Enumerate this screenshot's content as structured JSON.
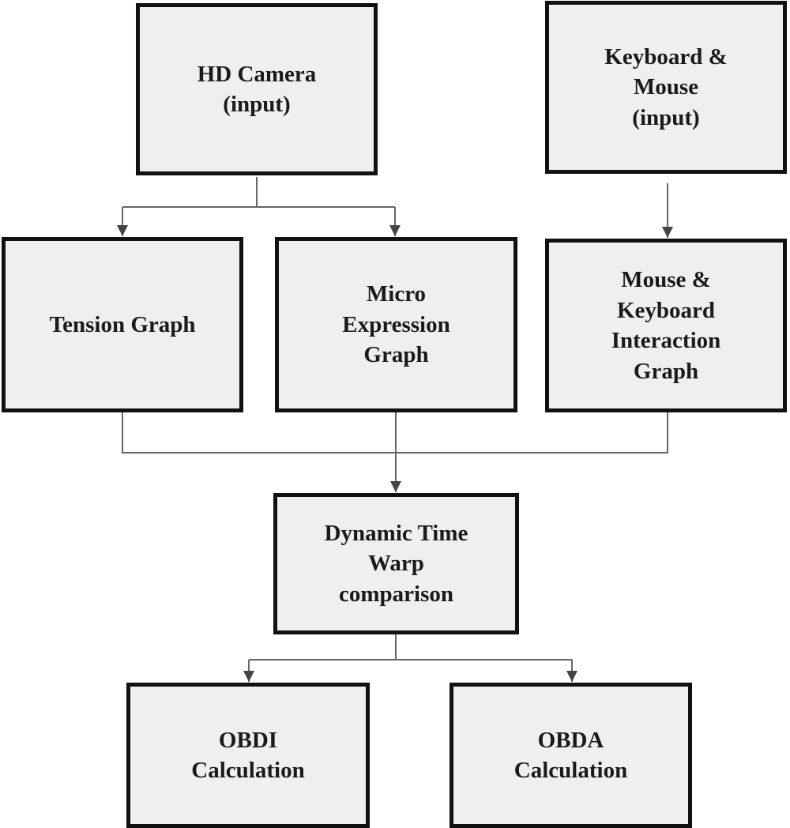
{
  "diagram": {
    "colors": {
      "box_fill": "#efefef",
      "box_border": "#111111",
      "connector": "#555555",
      "text": "#1a1a1a"
    },
    "nodes": {
      "hd_camera": {
        "label": "HD Camera\n(input)"
      },
      "keyboard_mouse": {
        "label": "Keyboard &\nMouse\n(input)"
      },
      "tension_graph": {
        "label": "Tension Graph"
      },
      "micro_expression_graph": {
        "label": "Micro\nExpression\nGraph"
      },
      "mouse_keyboard_interaction_graph": {
        "label": "Mouse &\nKeyboard\nInteraction\nGraph"
      },
      "dynamic_time_warp": {
        "label": "Dynamic Time\nWarp\ncomparison"
      },
      "obdi_calculation": {
        "label": "OBDI\nCalculation"
      },
      "obda_calculation": {
        "label": "OBDA\nCalculation"
      }
    },
    "edges": [
      {
        "from": "hd_camera",
        "to": "tension_graph"
      },
      {
        "from": "hd_camera",
        "to": "micro_expression_graph"
      },
      {
        "from": "keyboard_mouse",
        "to": "mouse_keyboard_interaction_graph"
      },
      {
        "from": "tension_graph",
        "to": "dynamic_time_warp"
      },
      {
        "from": "micro_expression_graph",
        "to": "dynamic_time_warp"
      },
      {
        "from": "mouse_keyboard_interaction_graph",
        "to": "dynamic_time_warp"
      },
      {
        "from": "dynamic_time_warp",
        "to": "obdi_calculation"
      },
      {
        "from": "dynamic_time_warp",
        "to": "obda_calculation"
      }
    ]
  }
}
